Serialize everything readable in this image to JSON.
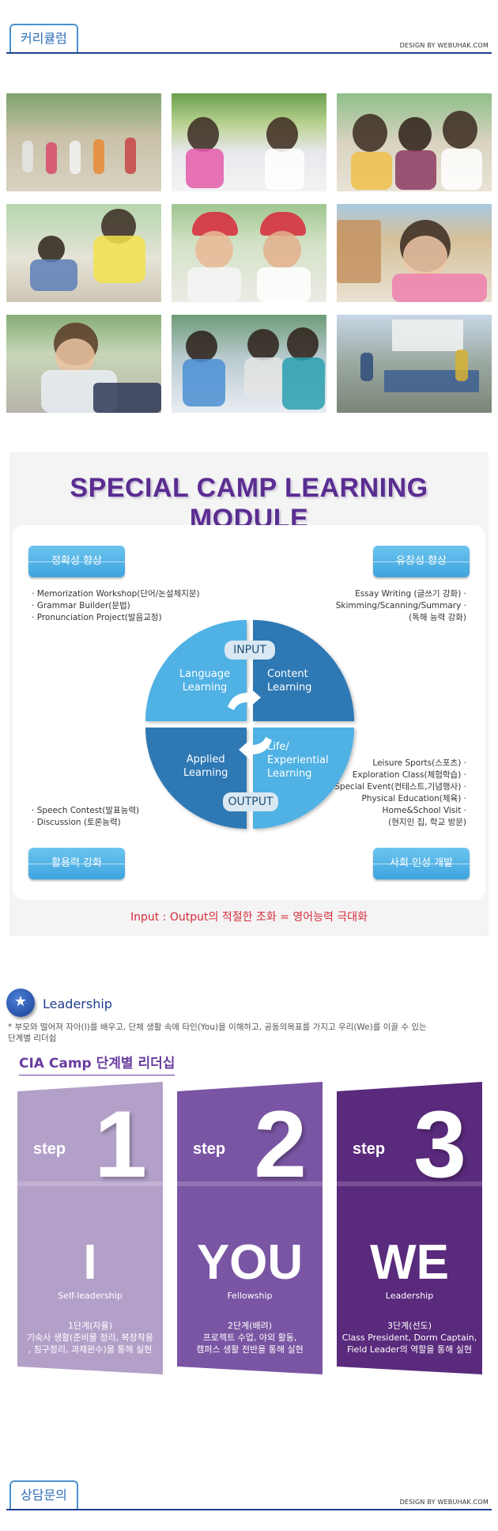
{
  "curriculum": {
    "tab_label": "커리큘럼",
    "design_credit": "DESIGN BY WEBUHAK.COM"
  },
  "module": {
    "title": "SPECIAL CAMP LEARNING MODULE",
    "pill_top_left": "정확성 향상",
    "pill_top_right": "유창성 향상",
    "pill_bottom_left": "활용력 강화",
    "pill_bottom_right": "사회 인성 개발",
    "list_top_left": [
      "Memorization Workshop(단어/논설체지문)",
      "Grammar Builder(문법)",
      "Pronunciation Project(발음교정)"
    ],
    "list_top_right": [
      "Essay Writing (글쓰기 강화)",
      "Skimming/Scanning/Summary",
      "(독해 능력 강화)"
    ],
    "list_bottom_left": [
      "Speech Contest(발표능력)",
      "Discussion (토론능력)"
    ],
    "list_bottom_right": [
      "Leisure Sports(스포츠)",
      "Exploration Class(체험학습)",
      "Special Event(컨테스트,기념행사)",
      "Physical Education(체육)",
      "Home&School Visit",
      "(현지인 집, 학교 방문)"
    ],
    "quadrant_tl": "Language\nLearning",
    "quadrant_tr": "Content\nLearning",
    "quadrant_bl": "Applied\nLearning",
    "quadrant_br": "Life/\nExperiential\nLearning",
    "badge_input": "INPUT",
    "badge_output": "OUTPUT",
    "tagline": "Input : Output의 적절한 조화 = 영어능력 극대화",
    "colors": {
      "light_blue": "#4fb1e4",
      "dark_blue": "#2f78b4",
      "title_purple": "#5a2d91",
      "tagline_red": "#d52b3a"
    }
  },
  "leadership": {
    "icon": "star-icon",
    "title": "Leadership",
    "description": "* 부모와 떨어져 자아(I)를 배우고, 단체 생활 속에 타인(You)을 이해하고, 공동의목표를 가지고 우리(We)를 이끌 수 있는\n   단계별 리더쉽",
    "stage_title": "CIA Camp 단계별 리더십",
    "steps": [
      {
        "label": "step",
        "num": "1",
        "big": "I",
        "sub": "Self-leadership",
        "d1": "1단계(자율)",
        "d2": "기숙사 생활(준비물 정리, 복장착용\n, 침구정리, 과제완수)을 통해 실현",
        "color": "#b3a0c9"
      },
      {
        "label": "step",
        "num": "2",
        "big": "YOU",
        "sub": "Fellowship",
        "d1": "2단계(배려)",
        "d2": "프로젝트 수업, 야외 활동,\n캠퍼스 생활 전반을 통해 실현",
        "color": "#7a55a3"
      },
      {
        "label": "step",
        "num": "3",
        "big": "WE",
        "sub": "Leadership",
        "d1": "3단계(선도)",
        "d2": "Class President, Dorm Captain,\nField Leader의 역할을 통해 실현",
        "color": "#5a2a7c"
      }
    ]
  },
  "consult": {
    "tab_label": "상담문의",
    "design_credit": "DESIGN BY WEBUHAK.COM"
  }
}
